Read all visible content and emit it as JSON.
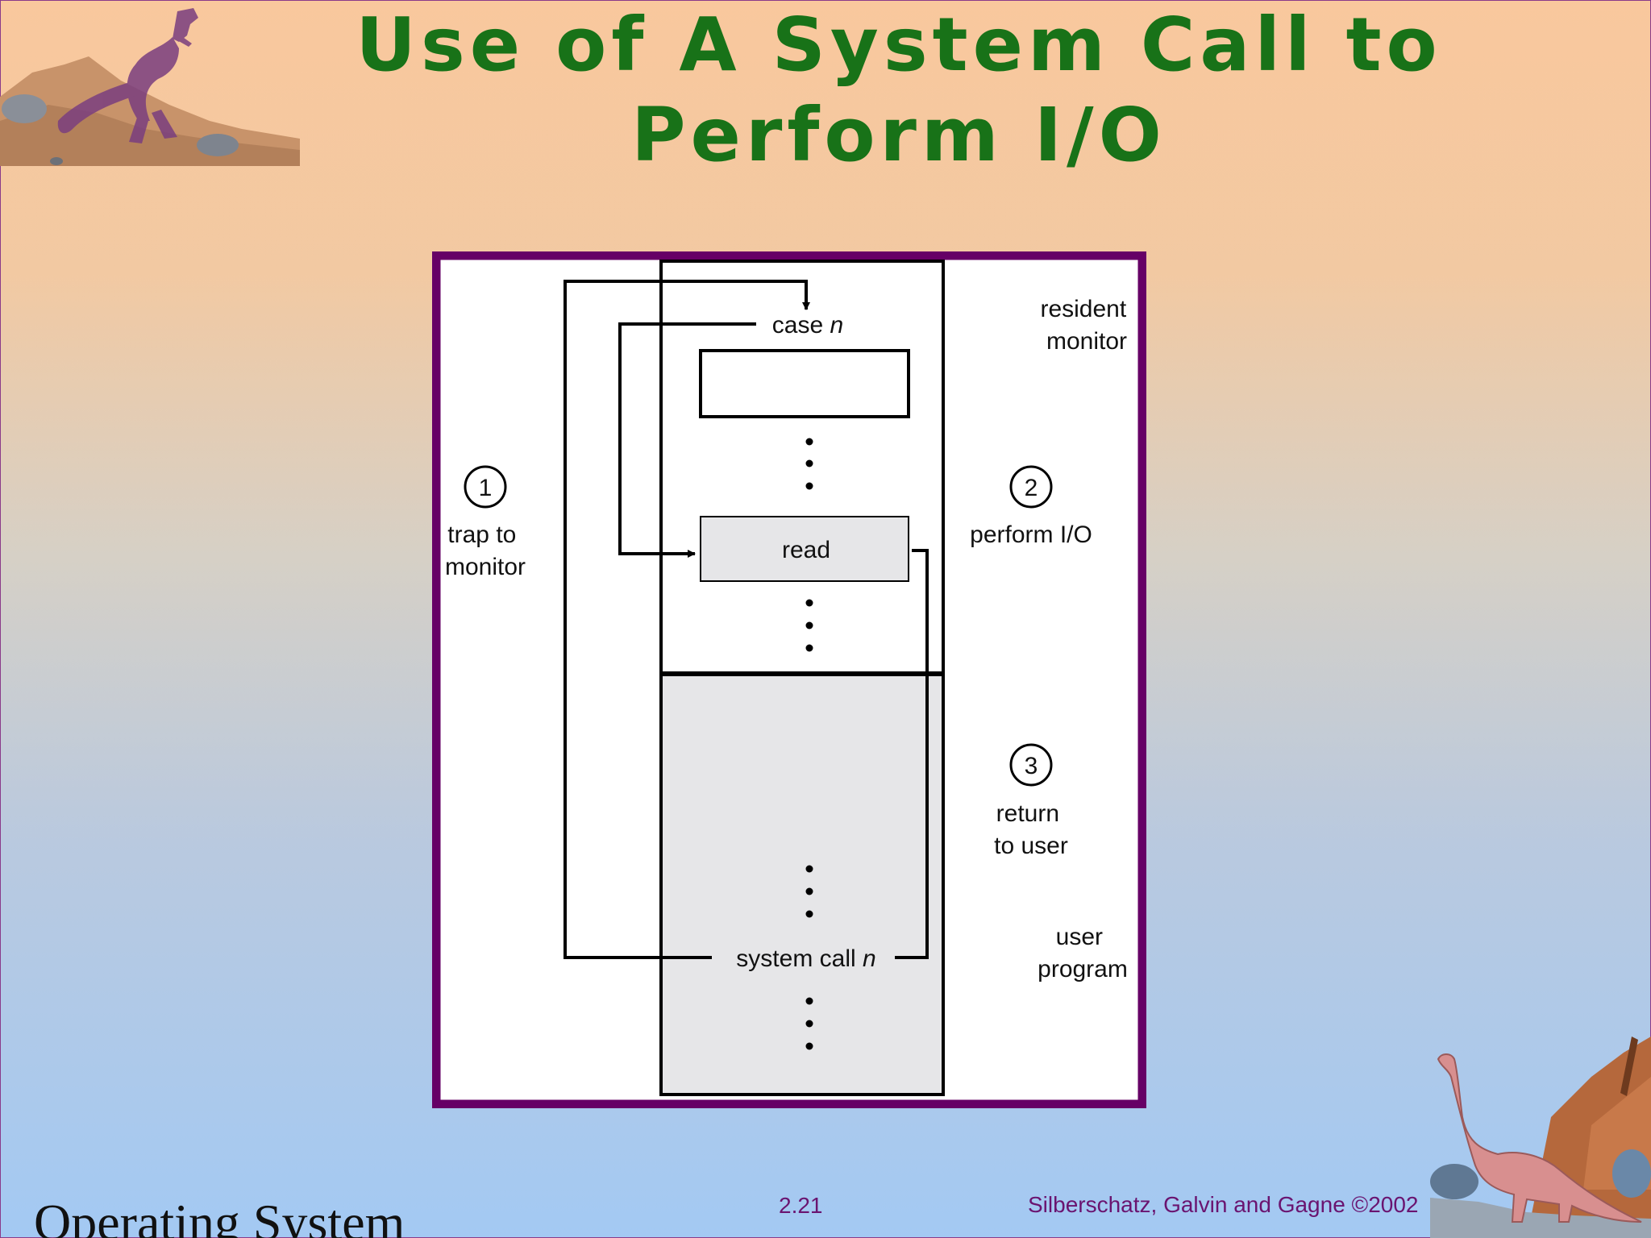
{
  "slide": {
    "title": "Use of A System Call to Perform I/O",
    "footer": {
      "course": "Operating System",
      "page_number": "2.21",
      "copyright": "Silberschatz, Galvin and  Gagne ©2002"
    }
  },
  "diagram": {
    "case_label": "case",
    "case_var": "n",
    "read_label": "read",
    "syscall_label": "system call",
    "syscall_var": "n",
    "regions": {
      "resident_monitor": [
        "resident",
        "monitor"
      ],
      "user_program": [
        "user",
        "program"
      ]
    },
    "steps": [
      {
        "number": "1",
        "lines": [
          "trap to",
          "monitor"
        ]
      },
      {
        "number": "2",
        "lines": [
          "perform I/O"
        ]
      },
      {
        "number": "3",
        "lines": [
          "return",
          "to user"
        ]
      }
    ]
  },
  "colors": {
    "title": "#187218",
    "frame_border": "#660066",
    "user_region_fill": "#e6e6e8",
    "read_box_fill": "#e6e6e8",
    "footer_text": "#6a1470"
  },
  "icons": {
    "top_left": "t-rex-dinosaur-icon",
    "bottom_right": "brontosaurus-dinosaur-icon"
  }
}
